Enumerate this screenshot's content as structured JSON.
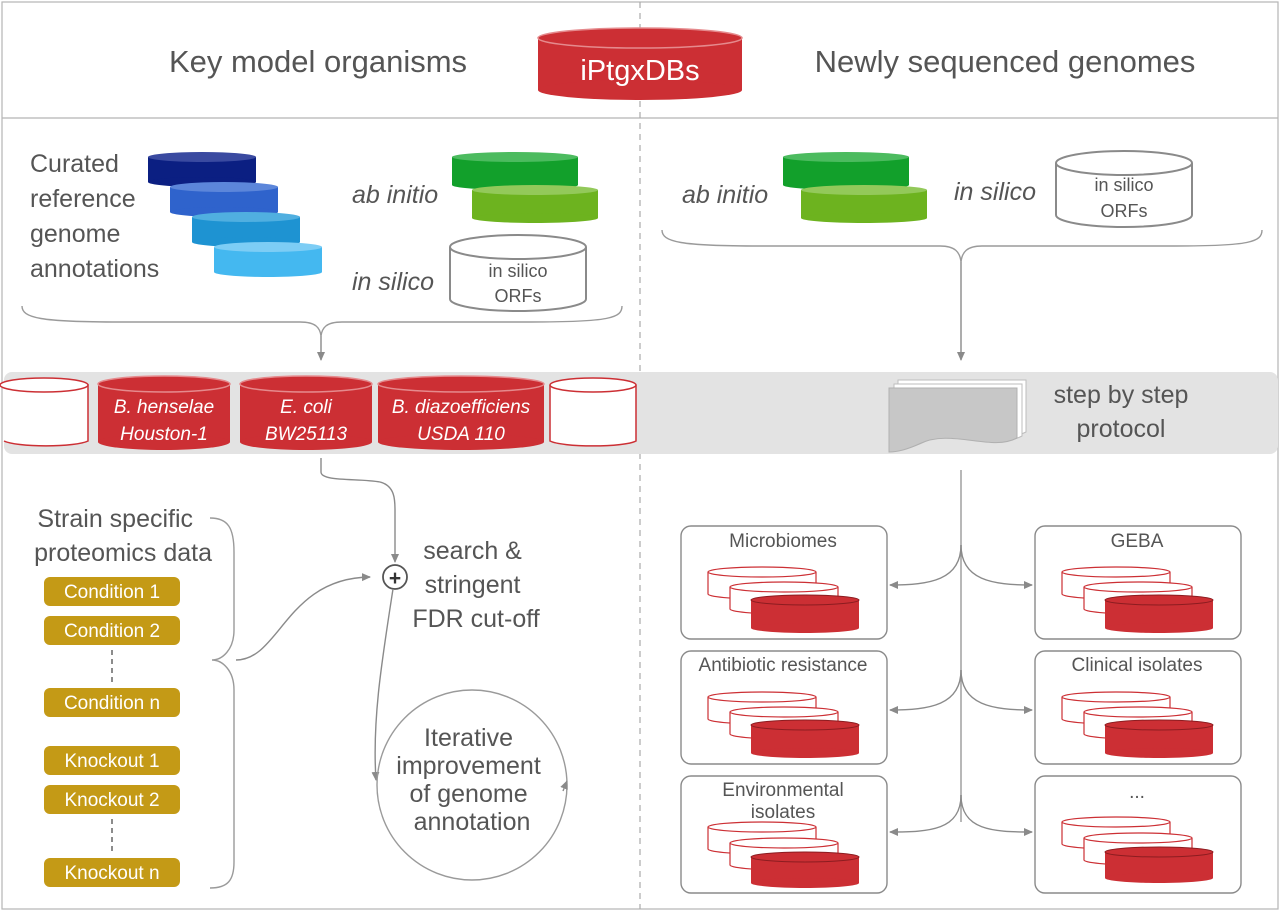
{
  "header": {
    "left_title": "Key model organisms",
    "center_db": "iPtgxDBs",
    "right_title": "Newly sequenced genomes"
  },
  "left_sources": {
    "curated_label": [
      "Curated",
      "reference",
      "genome",
      "annotations"
    ],
    "ab_initio_label": "ab initio",
    "in_silico_label": "in silico",
    "orfs_db": [
      "in silico",
      "ORFs"
    ]
  },
  "right_sources": {
    "ab_initio_label": "ab initio",
    "in_silico_label": "in silico",
    "orfs_db": [
      "in silico",
      "ORFs"
    ]
  },
  "band": {
    "organisms": [
      [
        "B. henselae",
        "Houston-1"
      ],
      [
        "E. coli",
        "BW25113"
      ],
      [
        "B. diazoefficiens",
        "USDA 110"
      ]
    ],
    "protocol": [
      "step by step",
      "protocol"
    ]
  },
  "proteomics": {
    "label": [
      "Strain specific",
      "proteomics data"
    ],
    "conditions": [
      "Condition 1",
      "Condition 2",
      "Condition n"
    ],
    "knockouts": [
      "Knockout 1",
      "Knockout 2",
      "Knockout n"
    ]
  },
  "search": {
    "plus": "+",
    "label": [
      "search &",
      "stringent",
      "FDR cut-off"
    ]
  },
  "iterative": {
    "label": [
      "Iterative",
      "improvement",
      "of genome",
      "annotation"
    ]
  },
  "applications": [
    {
      "label": [
        "Microbiomes"
      ]
    },
    {
      "label": [
        "GEBA"
      ]
    },
    {
      "label": [
        "Antibiotic resistance"
      ]
    },
    {
      "label": [
        "Clinical isolates"
      ]
    },
    {
      "label": [
        "Environmental",
        "isolates"
      ]
    },
    {
      "label": [
        "..."
      ]
    }
  ],
  "colors": {
    "red": "#cc2f34",
    "gray_text": "#555555",
    "gold": "#c49a16",
    "blue_1": "#0b1f82",
    "blue_2": "#2f63cc",
    "blue_3": "#1e93d2",
    "blue_4": "#44b8f0",
    "green_dark": "#12a02b",
    "green_light": "#6db31f",
    "band_gray": "#e3e3e3"
  }
}
